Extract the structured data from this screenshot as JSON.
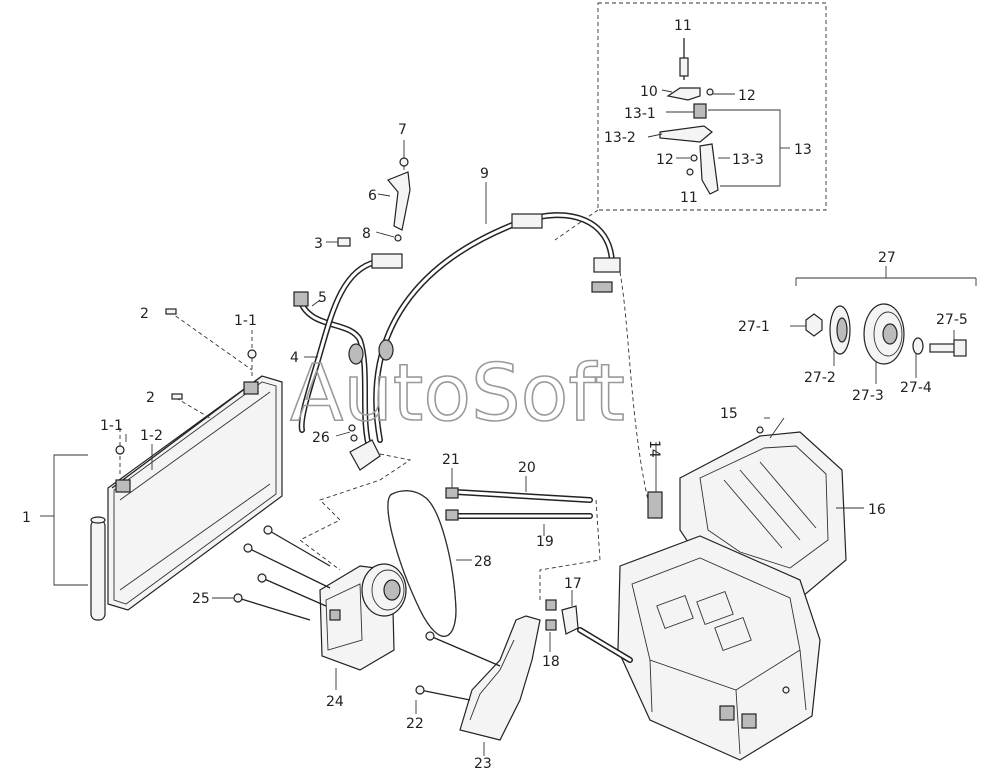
{
  "watermark": "AutoSoft",
  "callouts": {
    "c1": "1",
    "c1_1a": "1-1",
    "c1_2": "1-2",
    "c1_1b": "1-1",
    "c2a": "2",
    "c2b": "2",
    "c3": "3",
    "c4": "4",
    "c5": "5",
    "c6": "6",
    "c7": "7",
    "c8": "8",
    "c9": "9",
    "c10": "10",
    "c11a": "11",
    "c11b": "11",
    "c12a": "12",
    "c12b": "12",
    "c13": "13",
    "c13_1": "13-1",
    "c13_2": "13-2",
    "c13_3": "13-3",
    "c14": "14",
    "c15": "15",
    "c16": "16",
    "c17": "17",
    "c18": "18",
    "c19": "19",
    "c20": "20",
    "c21": "21",
    "c22": "22",
    "c23": "23",
    "c24": "24",
    "c25": "25",
    "c26": "26",
    "c27": "27",
    "c27_1": "27-1",
    "c27_2": "27-2",
    "c27_3": "27-3",
    "c27_4": "27-4",
    "c27_5": "27-5",
    "c28": "28"
  },
  "icons": {
    "condenser": "condenser-icon",
    "compressor": "compressor-icon",
    "hvac_unit": "hvac-unit-icon",
    "belt": "drive-belt-icon",
    "pulley": "pulley-icon"
  }
}
